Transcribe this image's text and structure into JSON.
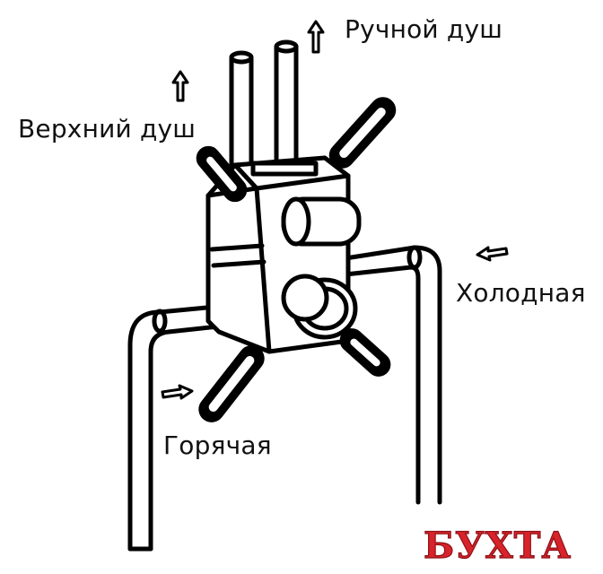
{
  "labels": {
    "hand_shower": "Ручной душ",
    "overhead_shower": "Верхний душ",
    "cold": "Холодная",
    "hot": "Горячая"
  },
  "watermark": {
    "text": "БУХТА",
    "color": "#d8232a"
  },
  "colors": {
    "line": "#000000",
    "background": "#ffffff"
  }
}
